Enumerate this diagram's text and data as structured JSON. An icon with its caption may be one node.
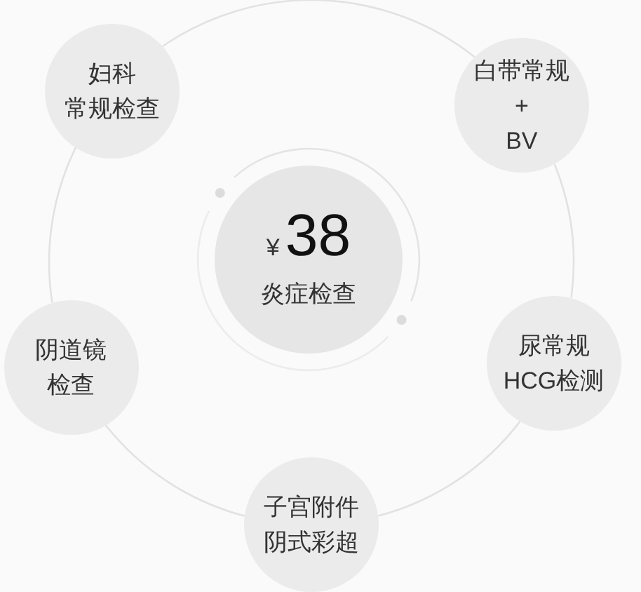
{
  "diagram": {
    "nodes": [
      {
        "text": [
          "妇科常规检查"
        ]
      },
      {
        "text": [
          "白带常规 + BV"
        ]
      },
      {
        "text": [
          "¥38",
          "炎症检查"
        ]
      },
      {
        "text": [
          "阴道镜检查"
        ]
      },
      {
        "text": [
          "尿常规 HCG检测"
        ]
      },
      {
        "text": [
          "子宫附件阴式彩超"
        ]
      }
    ],
    "edges": [
      {
        "from": 0,
        "to": 1,
        "arrow": "none"
      },
      {
        "from": 1,
        "to": 4,
        "arrow": "none"
      },
      {
        "from": 4,
        "to": 5,
        "arrow": "none"
      },
      {
        "from": 5,
        "to": 3,
        "arrow": "none"
      },
      {
        "from": 3,
        "to": 0,
        "arrow": "none"
      }
    ]
  }
}
